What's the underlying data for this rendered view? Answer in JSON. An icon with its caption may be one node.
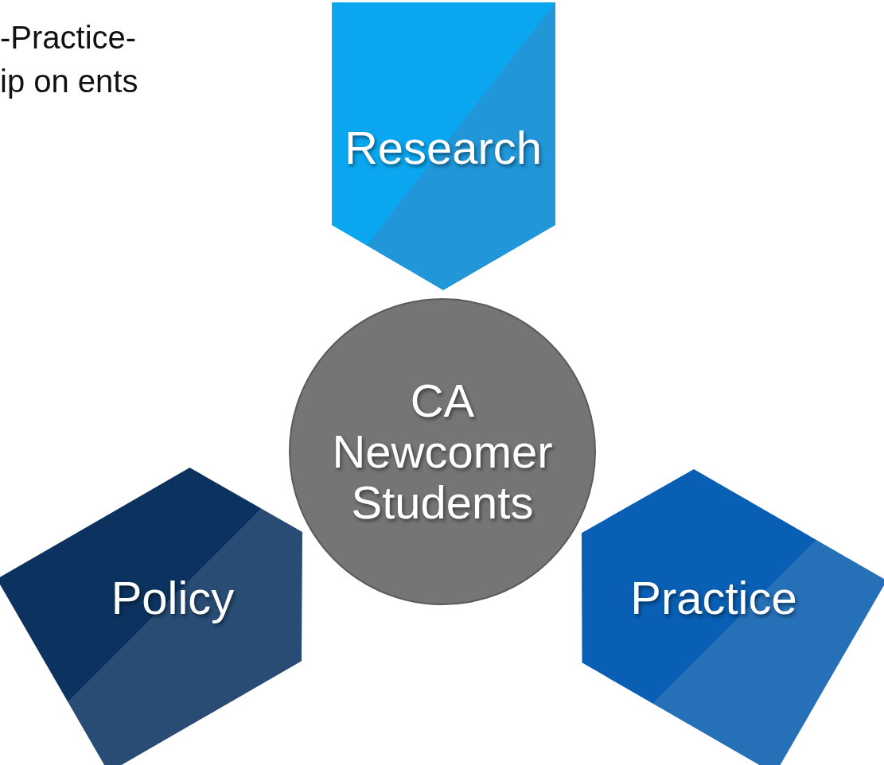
{
  "diagram": {
    "nodes": [
      {
        "text": [
          "Research"
        ]
      },
      {
        "text": [
          "CA Newcomer Students"
        ]
      },
      {
        "text": [
          "Policy"
        ]
      },
      {
        "text": [
          "Practice"
        ]
      }
    ],
    "edges": [],
    "labels": [
      "-Practice- ip on ents"
    ]
  }
}
